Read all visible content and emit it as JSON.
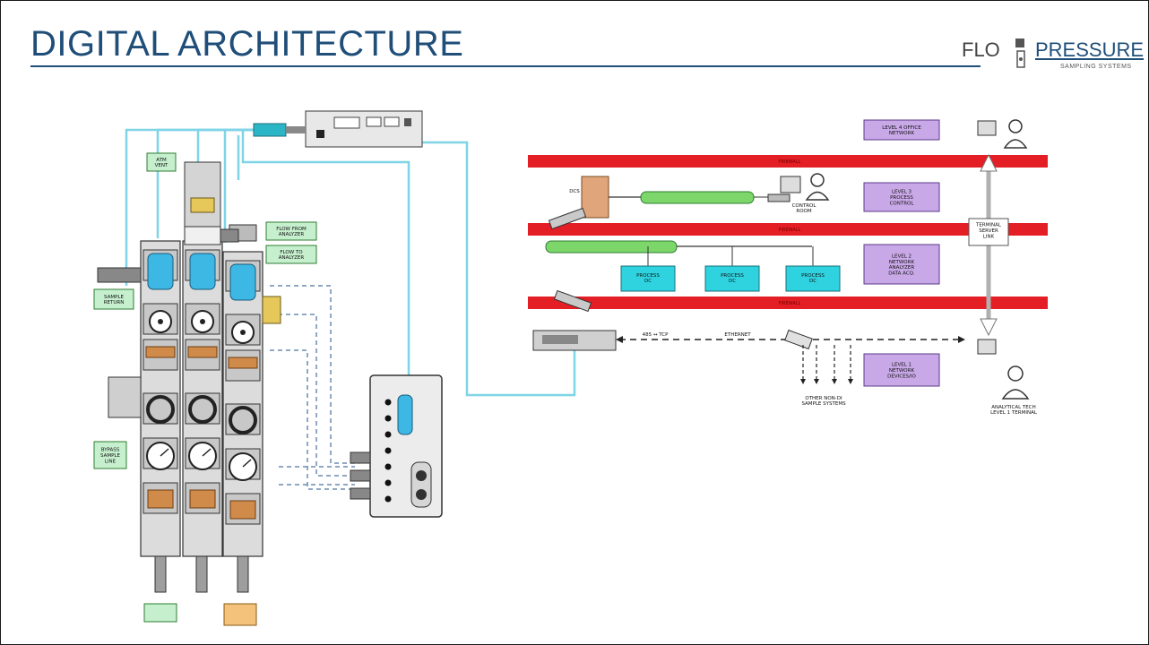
{
  "slide": {
    "title": "DIGITAL ARCHITECTURE"
  },
  "logo": {
    "word1": "FLO",
    "word2": "PRESSURE",
    "tagline": "SAMPLING SYSTEMS"
  },
  "colors": {
    "title": "#1f4e79",
    "firewall": "#e31e24",
    "level_box": "#c9a8e8",
    "process_box": "#2fd3e0",
    "tag_box": "#c6efce",
    "cable": "#7fd4e6"
  },
  "left_tags": {
    "atm_vent": "ATM\nVENT",
    "flow_from": "FLOW FROM\nANALYZER",
    "flow_to": "FLOW TO\nANALYZER",
    "sample_return": "SAMPLE\nRETURN",
    "bypass_sample": "BYPASS\nSAMPLE\nLINE"
  },
  "network": {
    "levels": [
      "LEVEL 4 OFFICE\nNETWORK",
      "LEVEL 3\nPROCESS\nCONTROL",
      "LEVEL 2\nNETWORK\nANALYZER\nDATA ACQ.",
      "LEVEL 1\nNETWORK\nDEVICES/IO"
    ],
    "process_boxes": [
      "PROCESS\nDC",
      "PROCESS\nDC",
      "PROCESS\nDC"
    ],
    "firewalls": [
      "FIREWALL",
      "FIREWALL",
      "FIREWALL"
    ],
    "dcs_label": "DCS",
    "control_room": "CONTROL\nROOM",
    "terminal_server": "TERMINAL\nSERVER\nLINK",
    "rs485": "485 ↔ TCP",
    "ethernet": "ETHERNET",
    "other_systems": "OTHER NON-DI\nSAMPLE SYSTEMS",
    "analytical_tech": "ANALYTICAL TECH\nLEVEL 1 TERMINAL"
  }
}
